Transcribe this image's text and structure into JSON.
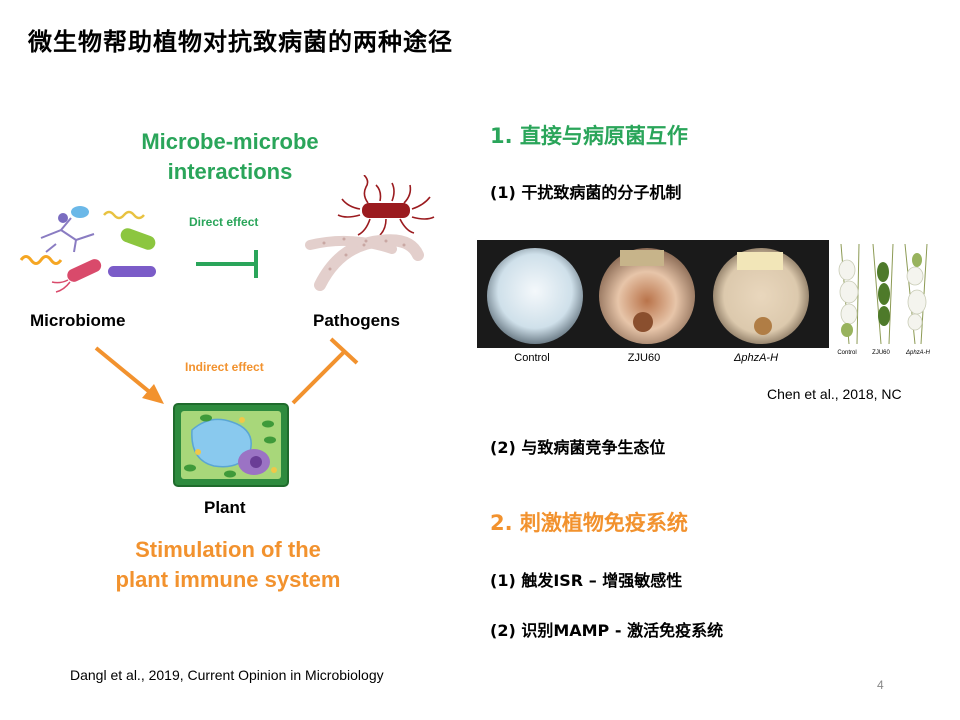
{
  "slide": {
    "title": "微生物帮助植物对抗致病菌的两种途径",
    "page_number": "4"
  },
  "diagram": {
    "heading_top_line1": "Microbe-microbe",
    "heading_top_line2": "interactions",
    "direct_effect": "Direct effect",
    "indirect_effect": "Indirect effect",
    "microbiome": "Microbiome",
    "pathogens": "Pathogens",
    "plant": "Plant",
    "heading_bottom_line1": "Stimulation of the",
    "heading_bottom_line2": "plant immune system",
    "citation": "Dangl et al.,  2019, Current Opinion in Microbiology"
  },
  "right": {
    "section1": "1.    直接与病原菌互作",
    "section1_item1": "(1) 干扰致病菌的分子机制",
    "photo_captions": [
      "Control",
      "ZJU60",
      "ΔphzA-H"
    ],
    "wheat_captions": [
      "Control",
      "ZJU60",
      "ΔphzA-H"
    ],
    "photo_citation": "Chen et al.,  2018, NC",
    "section1_item2": "(2) 与致病菌竞争生态位",
    "section2": "2.  刺激植物免疫系统",
    "section2_item1": "(1) 触发ISR – 增强敏感性",
    "section2_item2": "(2) 识别MAMP - 激活免疫系统"
  },
  "colors": {
    "green": "#2aa55a",
    "orange": "#f2922e",
    "pathogen": "#9b1b1f"
  }
}
